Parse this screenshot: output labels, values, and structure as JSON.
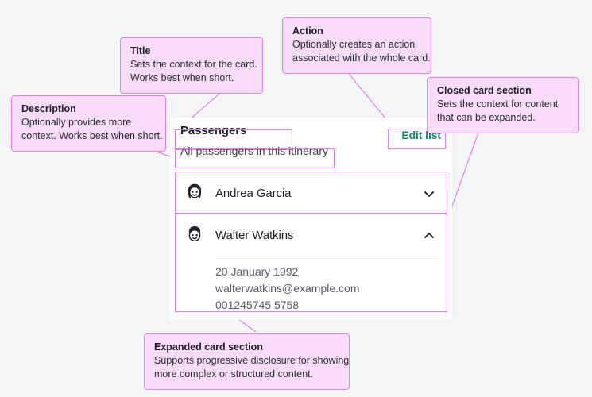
{
  "canvas": {
    "background_color": "#f4f5f7",
    "annotation_fill": "#f9dcf9",
    "annotation_stroke": "#e87fe8",
    "accent_color": "#0d8a6a"
  },
  "card": {
    "title": "Passengers",
    "description": "All passengers in this itinerary",
    "action_label": "Edit list",
    "sections": [
      {
        "name": "Andrea Garcia",
        "avatar_icon": "avatar-woman-icon",
        "state": "collapsed",
        "chevron_icon": "chevron-down-icon",
        "details": []
      },
      {
        "name": "Walter Watkins",
        "avatar_icon": "avatar-man-icon",
        "state": "expanded",
        "chevron_icon": "chevron-up-icon",
        "details": [
          "20 January 1992",
          "walterwatkins@example.com",
          "001245745 5758"
        ]
      }
    ]
  },
  "annotations": [
    {
      "id": "title",
      "title": "Title",
      "lines": [
        "Sets the context for the card.",
        "Works best when short."
      ]
    },
    {
      "id": "action",
      "title": "Action",
      "lines": [
        "Optionally creates an action",
        "associated with the whole card."
      ]
    },
    {
      "id": "closed",
      "title": "Closed card section",
      "lines": [
        "Sets the context for content",
        "that can be expanded."
      ]
    },
    {
      "id": "description",
      "title": "Description",
      "lines": [
        "Optionally provides more",
        "context. Works best when short."
      ]
    },
    {
      "id": "expanded",
      "title": "Expanded card section",
      "lines": [
        "Supports progressive disclosure for showing",
        "more complex or structured content."
      ]
    }
  ]
}
